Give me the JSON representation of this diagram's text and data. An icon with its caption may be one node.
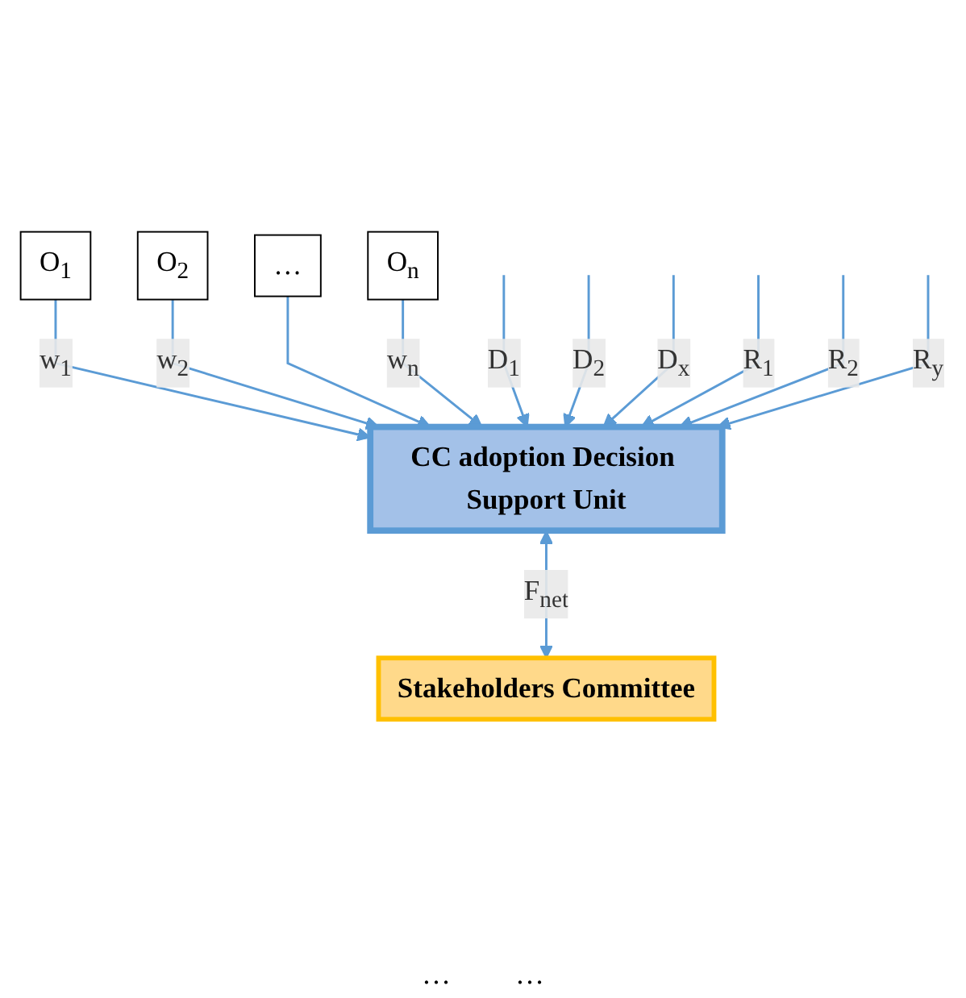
{
  "diagram": {
    "nodes": [
      {
        "text": [
          "O$_{1}$"
        ]
      },
      {
        "text": [
          "O$_{2}$"
        ]
      },
      {
        "text": [
          "…"
        ]
      },
      {
        "text": [
          "O$_{n}$"
        ]
      },
      {
        "text": [
          "CC adoption Decision Support Unit"
        ]
      },
      {
        "text": [
          "Stakeholders Committee"
        ]
      }
    ],
    "edges": [
      {
        "from": 0,
        "to": 4,
        "arrow": "to",
        "label": "w$_{1}$"
      },
      {
        "from": 1,
        "to": 4,
        "arrow": "to",
        "label": "w$_{2}$"
      },
      {
        "from": 2,
        "to": 4,
        "arrow": "to"
      },
      {
        "from": 3,
        "to": 4,
        "arrow": "to",
        "label": "w$_{n}$"
      },
      {
        "from": null,
        "to": 4,
        "arrow": "to",
        "label": "D$_{1}$"
      },
      {
        "from": null,
        "to": 4,
        "arrow": "to",
        "label": "D$_{2}$"
      },
      {
        "from": null,
        "to": 4,
        "arrow": "to",
        "label": "D$_{x}$"
      },
      {
        "from": null,
        "to": 4,
        "arrow": "to",
        "label": "R$_{1}$"
      },
      {
        "from": null,
        "to": 4,
        "arrow": "to",
        "label": "R$_{2}$"
      },
      {
        "from": null,
        "to": 4,
        "arrow": "to",
        "label": "R$_{y}$"
      },
      {
        "from": 4,
        "to": 5,
        "arrow": "both",
        "label": "F$_{net}$"
      }
    ],
    "labels": [
      "…",
      "…"
    ]
  }
}
